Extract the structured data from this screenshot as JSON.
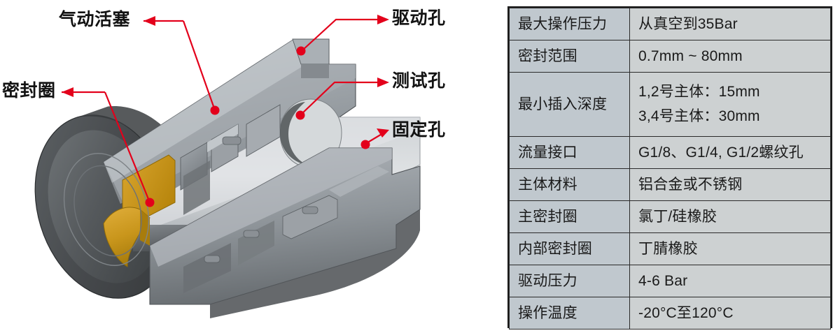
{
  "diagram": {
    "title": "pneumatic sealing plug cutaway",
    "colors": {
      "body_metal_light": "#b9bec3",
      "body_metal_mid": "#8f959b",
      "body_metal_dark": "#5d6266",
      "outer_ring_dark": "#4a4e51",
      "seal_gold": "#d8a12a",
      "seal_gold_dark": "#b8860d",
      "callout_red": "#e3001b",
      "label_text": "#121212"
    },
    "callouts": [
      {
        "id": "piston",
        "label": "气动活塞"
      },
      {
        "id": "seal",
        "label": "密封圈"
      },
      {
        "id": "drive",
        "label": "驱动孔"
      },
      {
        "id": "test",
        "label": "测试孔"
      },
      {
        "id": "fix",
        "label": "固定孔"
      }
    ]
  },
  "spec_table": {
    "colors": {
      "key_bg": "#c0c8ce",
      "value_bg": "#cdd1d2",
      "border": "#2a2a2a",
      "outer_border": "#1c1c1c"
    },
    "rows": [
      {
        "key": "最大操作压力",
        "values": [
          "从真空到35Bar"
        ]
      },
      {
        "key": "密封范围",
        "values": [
          "0.7mm ~ 80mm"
        ]
      },
      {
        "key": "最小插入深度",
        "values": [
          "1,2号主体：15mm",
          "3,4号主体：30mm"
        ]
      },
      {
        "key": "流量接口",
        "values": [
          "G1/8、G1/4, G1/2螺纹孔"
        ]
      },
      {
        "key": "主体材料",
        "values": [
          "铝合金或不锈钢"
        ]
      },
      {
        "key": "主密封圈",
        "values": [
          "氯丁/硅橡胶"
        ]
      },
      {
        "key": "内部密封圈",
        "values": [
          "丁腈橡胶"
        ]
      },
      {
        "key": "驱动压力",
        "values": [
          "4-6 Bar"
        ]
      },
      {
        "key": "操作温度",
        "values": [
          "-20°C至120°C"
        ]
      }
    ]
  }
}
